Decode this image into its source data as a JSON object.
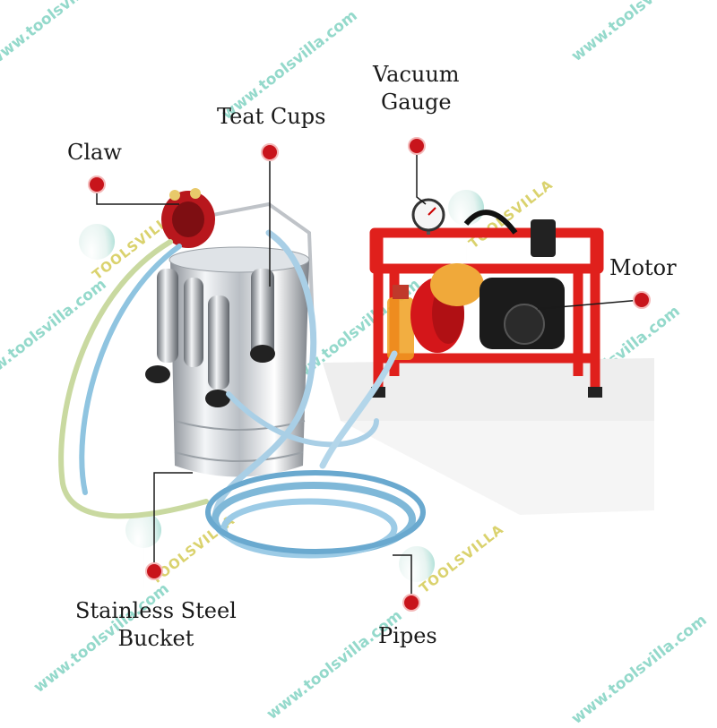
{
  "labels": {
    "claw": "Claw",
    "teat_cups": "Teat Cups",
    "vacuum_gauge_line1": "Vacuum",
    "vacuum_gauge_line2": "Gauge",
    "motor": "Motor",
    "bucket_line1": "Stainless Steel",
    "bucket_line2": "Bucket",
    "pipes": "Pipes"
  },
  "watermark": {
    "url": "www.toolsvilla.com",
    "brand": "TOOLSVILLA"
  },
  "colors": {
    "marker": "#c8141b",
    "frame": "#e0201c",
    "leader": "#1a1a1a",
    "watermark": "#3cb9a0"
  }
}
